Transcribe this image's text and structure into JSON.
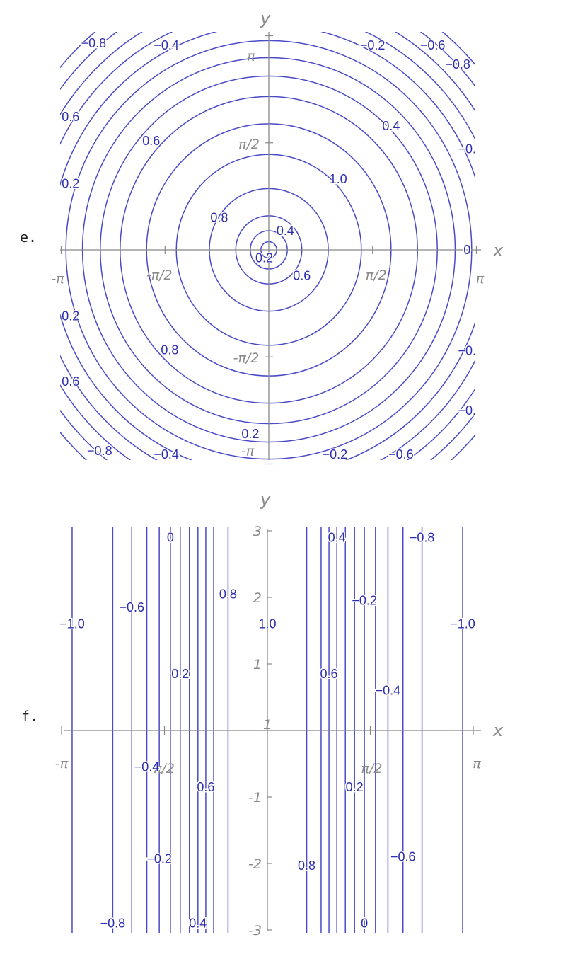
{
  "panels": [
    {
      "label": "e.",
      "chart_data": {
        "type": "contour",
        "shape": "concentric-circles",
        "xlabel": "x",
        "ylabel": "y",
        "xlim": [
          -3.1416,
          3.1416
        ],
        "ylim": [
          -3.1416,
          3.1416
        ],
        "grid": false,
        "x_tick_labels": [
          "-π",
          "-π/2",
          "π/2",
          "π"
        ],
        "y_tick_labels": [
          "π",
          "π/2",
          "-π/2",
          "-π"
        ],
        "contour_radii": [
          0.12,
          0.28,
          0.5,
          0.9,
          1.4,
          1.85,
          2.25,
          2.55,
          2.82,
          3.07,
          3.3,
          3.52,
          3.73,
          3.94,
          4.14
        ],
        "contour_labels": [
          {
            "text": "−0.8",
            "x": -2.65,
            "y": 3.03
          },
          {
            "text": "−0.4",
            "x": -1.55,
            "y": 3.0
          },
          {
            "text": "−0.2",
            "x": 1.57,
            "y": 3.0
          },
          {
            "text": "−0.6",
            "x": 2.48,
            "y": 3.0
          },
          {
            "text": "−0.8",
            "x": 2.86,
            "y": 2.72
          },
          {
            "text": "0.6",
            "x": -3.0,
            "y": 1.95
          },
          {
            "text": "0.6",
            "x": -1.78,
            "y": 1.6
          },
          {
            "text": "0.4",
            "x": 1.85,
            "y": 1.82
          },
          {
            "text": "−0.",
            "x": 3.0,
            "y": 1.48
          },
          {
            "text": "0.2",
            "x": -3.0,
            "y": 0.97
          },
          {
            "text": "1.0",
            "x": 1.05,
            "y": 1.04
          },
          {
            "text": "0.8",
            "x": -0.75,
            "y": 0.47
          },
          {
            "text": "0.4",
            "x": 0.25,
            "y": 0.28
          },
          {
            "text": "0.2",
            "x": -0.07,
            "y": -0.12
          },
          {
            "text": "0.6",
            "x": 0.5,
            "y": -0.38
          },
          {
            "text": "0",
            "x": 3.0,
            "y": 0.0
          },
          {
            "text": "0.2",
            "x": -3.0,
            "y": -0.97
          },
          {
            "text": "0.8",
            "x": -1.5,
            "y": -1.47
          },
          {
            "text": "−0.",
            "x": 3.0,
            "y": -1.48
          },
          {
            "text": "0.6",
            "x": -3.0,
            "y": -1.93
          },
          {
            "text": "−0.",
            "x": 3.0,
            "y": -2.36
          },
          {
            "text": "0.2",
            "x": -0.28,
            "y": -2.7
          },
          {
            "text": "−0.8",
            "x": -2.56,
            "y": -2.95
          },
          {
            "text": "−0.4",
            "x": -1.55,
            "y": -3.0
          },
          {
            "text": "−0.2",
            "x": 1.0,
            "y": -3.0
          },
          {
            "text": "−0.6",
            "x": 2.0,
            "y": -3.0
          }
        ]
      }
    },
    {
      "label": "f.",
      "chart_data": {
        "type": "contour",
        "shape": "vertical-lines",
        "xlabel": "x",
        "ylabel": "y",
        "xlim": [
          -3.1416,
          3.1416
        ],
        "ylim": [
          -3.0,
          3.0
        ],
        "grid": false,
        "x_tick_labels": [
          "-π",
          "-π/2",
          "π/2",
          "π"
        ],
        "y_ticks": [
          3,
          2,
          1,
          -1,
          -2,
          -3
        ],
        "y_tick_labels": [
          "3",
          "2",
          "1",
          "-1",
          "-2",
          "-3"
        ],
        "origin_label": "1",
        "contour_x": [
          -2.98,
          -2.36,
          -2.07,
          -1.84,
          -1.65,
          -1.48,
          -1.33,
          -1.19,
          -1.06,
          -0.94,
          -0.82,
          -0.6,
          0.6,
          0.82,
          0.94,
          1.06,
          1.19,
          1.33,
          1.48,
          1.65,
          1.84,
          2.07,
          2.36,
          2.98
        ],
        "contour_labels": [
          {
            "text": "0",
            "x": -1.48,
            "y": 2.9
          },
          {
            "text": "0.4",
            "x": 1.06,
            "y": 2.9
          },
          {
            "text": "−0.8",
            "x": 2.36,
            "y": 2.9
          },
          {
            "text": "0.8",
            "x": -0.6,
            "y": 2.05
          },
          {
            "text": "−0.6",
            "x": -2.07,
            "y": 1.85
          },
          {
            "text": "−0.2",
            "x": 1.48,
            "y": 1.95
          },
          {
            "text": "−1.0",
            "x": -2.98,
            "y": 1.6
          },
          {
            "text": "1.0",
            "x": 0.0,
            "y": 1.6
          },
          {
            "text": "−1.0",
            "x": 2.98,
            "y": 1.6
          },
          {
            "text": "0.2",
            "x": -1.33,
            "y": 0.85
          },
          {
            "text": "0.6",
            "x": 0.94,
            "y": 0.85
          },
          {
            "text": "−0.4",
            "x": 1.84,
            "y": 0.6
          },
          {
            "text": "−0.4",
            "x": -1.84,
            "y": -0.55
          },
          {
            "text": "0.6",
            "x": -0.94,
            "y": -0.85
          },
          {
            "text": "0.2",
            "x": 1.33,
            "y": -0.85
          },
          {
            "text": "−0.2",
            "x": -1.65,
            "y": -1.93
          },
          {
            "text": "−0.6",
            "x": 2.07,
            "y": -1.9
          },
          {
            "text": "0.8",
            "x": 0.6,
            "y": -2.03
          },
          {
            "text": "−0.8",
            "x": -2.36,
            "y": -2.9
          },
          {
            "text": "0.4",
            "x": -1.06,
            "y": -2.9
          },
          {
            "text": "0",
            "x": 1.48,
            "y": -2.9
          }
        ]
      }
    }
  ]
}
